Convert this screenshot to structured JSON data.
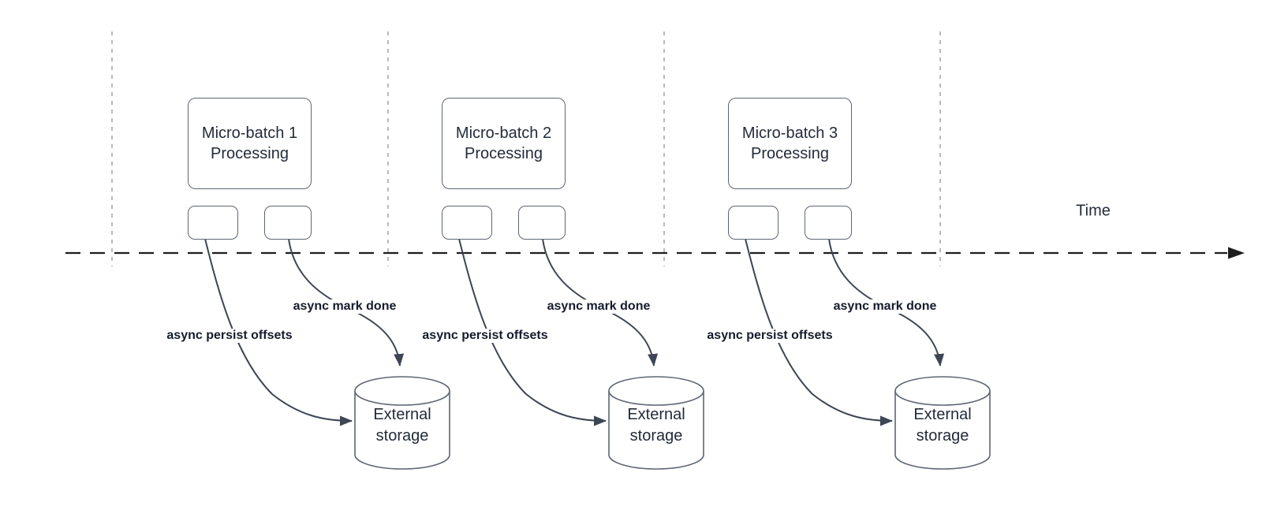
{
  "axis": {
    "label": "Time"
  },
  "groups": [
    {
      "batch_line1": "Micro-batch 1",
      "batch_line2": "Processing",
      "persist_label": "async persist offsets",
      "done_label": "async mark done",
      "storage_line1": "External",
      "storage_line2": "storage"
    },
    {
      "batch_line1": "Micro-batch 2",
      "batch_line2": "Processing",
      "persist_label": "async persist offsets",
      "done_label": "async mark done",
      "storage_line1": "External",
      "storage_line2": "storage"
    },
    {
      "batch_line1": "Micro-batch 3",
      "batch_line2": "Processing",
      "persist_label": "async persist offsets",
      "done_label": "async mark done",
      "storage_line1": "External",
      "storage_line2": "storage"
    }
  ],
  "colors": {
    "connector": "#3e4553",
    "shape-border": "#5f6673",
    "text": "#232b3a",
    "label-text": "#161c2d",
    "axis": "#1d1d1d",
    "divider": "#a8a8a8",
    "bg": "#ffffff"
  }
}
